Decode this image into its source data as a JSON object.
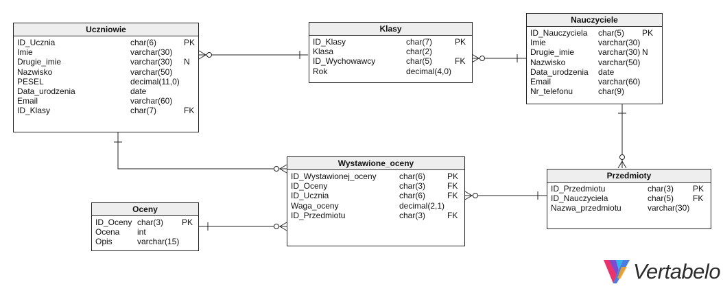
{
  "tables": {
    "uczniowie": {
      "name": "Uczniowie",
      "columns": [
        {
          "name": "ID_Ucznia",
          "type": "char(6)",
          "key": "PK"
        },
        {
          "name": "Imie",
          "type": "varchar(30)",
          "key": ""
        },
        {
          "name": "Drugie_imie",
          "type": "varchar(30)",
          "key": "N"
        },
        {
          "name": "Nazwisko",
          "type": "varchar(50)",
          "key": ""
        },
        {
          "name": "PESEL",
          "type": "decimal(11,0)",
          "key": ""
        },
        {
          "name": "Data_urodzenia",
          "type": "date",
          "key": ""
        },
        {
          "name": "Email",
          "type": "varchar(60)",
          "key": ""
        },
        {
          "name": "ID_Klasy",
          "type": "char(7)",
          "key": "FK"
        }
      ]
    },
    "klasy": {
      "name": "Klasy",
      "columns": [
        {
          "name": "ID_Klasy",
          "type": "char(7)",
          "key": "PK"
        },
        {
          "name": "Klasa",
          "type": "char(2)",
          "key": ""
        },
        {
          "name": "ID_Wychowawcy",
          "type": "char(5)",
          "key": "FK"
        },
        {
          "name": "Rok",
          "type": "decimal(4,0)",
          "key": ""
        }
      ]
    },
    "nauczyciele": {
      "name": "Nauczyciele",
      "columns": [
        {
          "name": "ID_Nauczyciela",
          "type": "char(5)",
          "key": "PK"
        },
        {
          "name": "Imie",
          "type": "varchar(30)",
          "key": ""
        },
        {
          "name": "Drugie_imie",
          "type": "varchar(30)",
          "key": "N"
        },
        {
          "name": "Nazwisko",
          "type": "varchar(50)",
          "key": ""
        },
        {
          "name": "Data_urodzenia",
          "type": "date",
          "key": ""
        },
        {
          "name": "Email",
          "type": "varchar(60)",
          "key": ""
        },
        {
          "name": "Nr_telefonu",
          "type": "char(9)",
          "key": ""
        }
      ]
    },
    "wystawione_oceny": {
      "name": "Wystawione_oceny",
      "columns": [
        {
          "name": "ID_Wystawionej_oceny",
          "type": "char(6)",
          "key": "PK"
        },
        {
          "name": "ID_Oceny",
          "type": "char(3)",
          "key": "FK"
        },
        {
          "name": "ID_Ucznia",
          "type": "char(6)",
          "key": "FK"
        },
        {
          "name": "Waga_oceny",
          "type": "decimal(2,1)",
          "key": ""
        },
        {
          "name": "ID_Przedmiotu",
          "type": "char(3)",
          "key": "FK"
        }
      ]
    },
    "przedmioty": {
      "name": "Przedmioty",
      "columns": [
        {
          "name": "ID_Przedmiotu",
          "type": "char(3)",
          "key": "PK"
        },
        {
          "name": "ID_Nauczyciela",
          "type": "char(5)",
          "key": "FK"
        },
        {
          "name": "Nazwa_przedmiotu",
          "type": "varchar(30)",
          "key": ""
        }
      ]
    },
    "oceny": {
      "name": "Oceny",
      "columns": [
        {
          "name": "ID_Oceny",
          "type": "char(3)",
          "key": "PK"
        },
        {
          "name": "Ocena",
          "type": "int",
          "key": ""
        },
        {
          "name": "Opis",
          "type": "varchar(15)",
          "key": ""
        }
      ]
    }
  },
  "logo": {
    "text": "Vertabelo",
    "colors": [
      "#e8336d",
      "#7b4bd1",
      "#2fb7e8",
      "#f5a623"
    ]
  },
  "line_color": "#222222"
}
